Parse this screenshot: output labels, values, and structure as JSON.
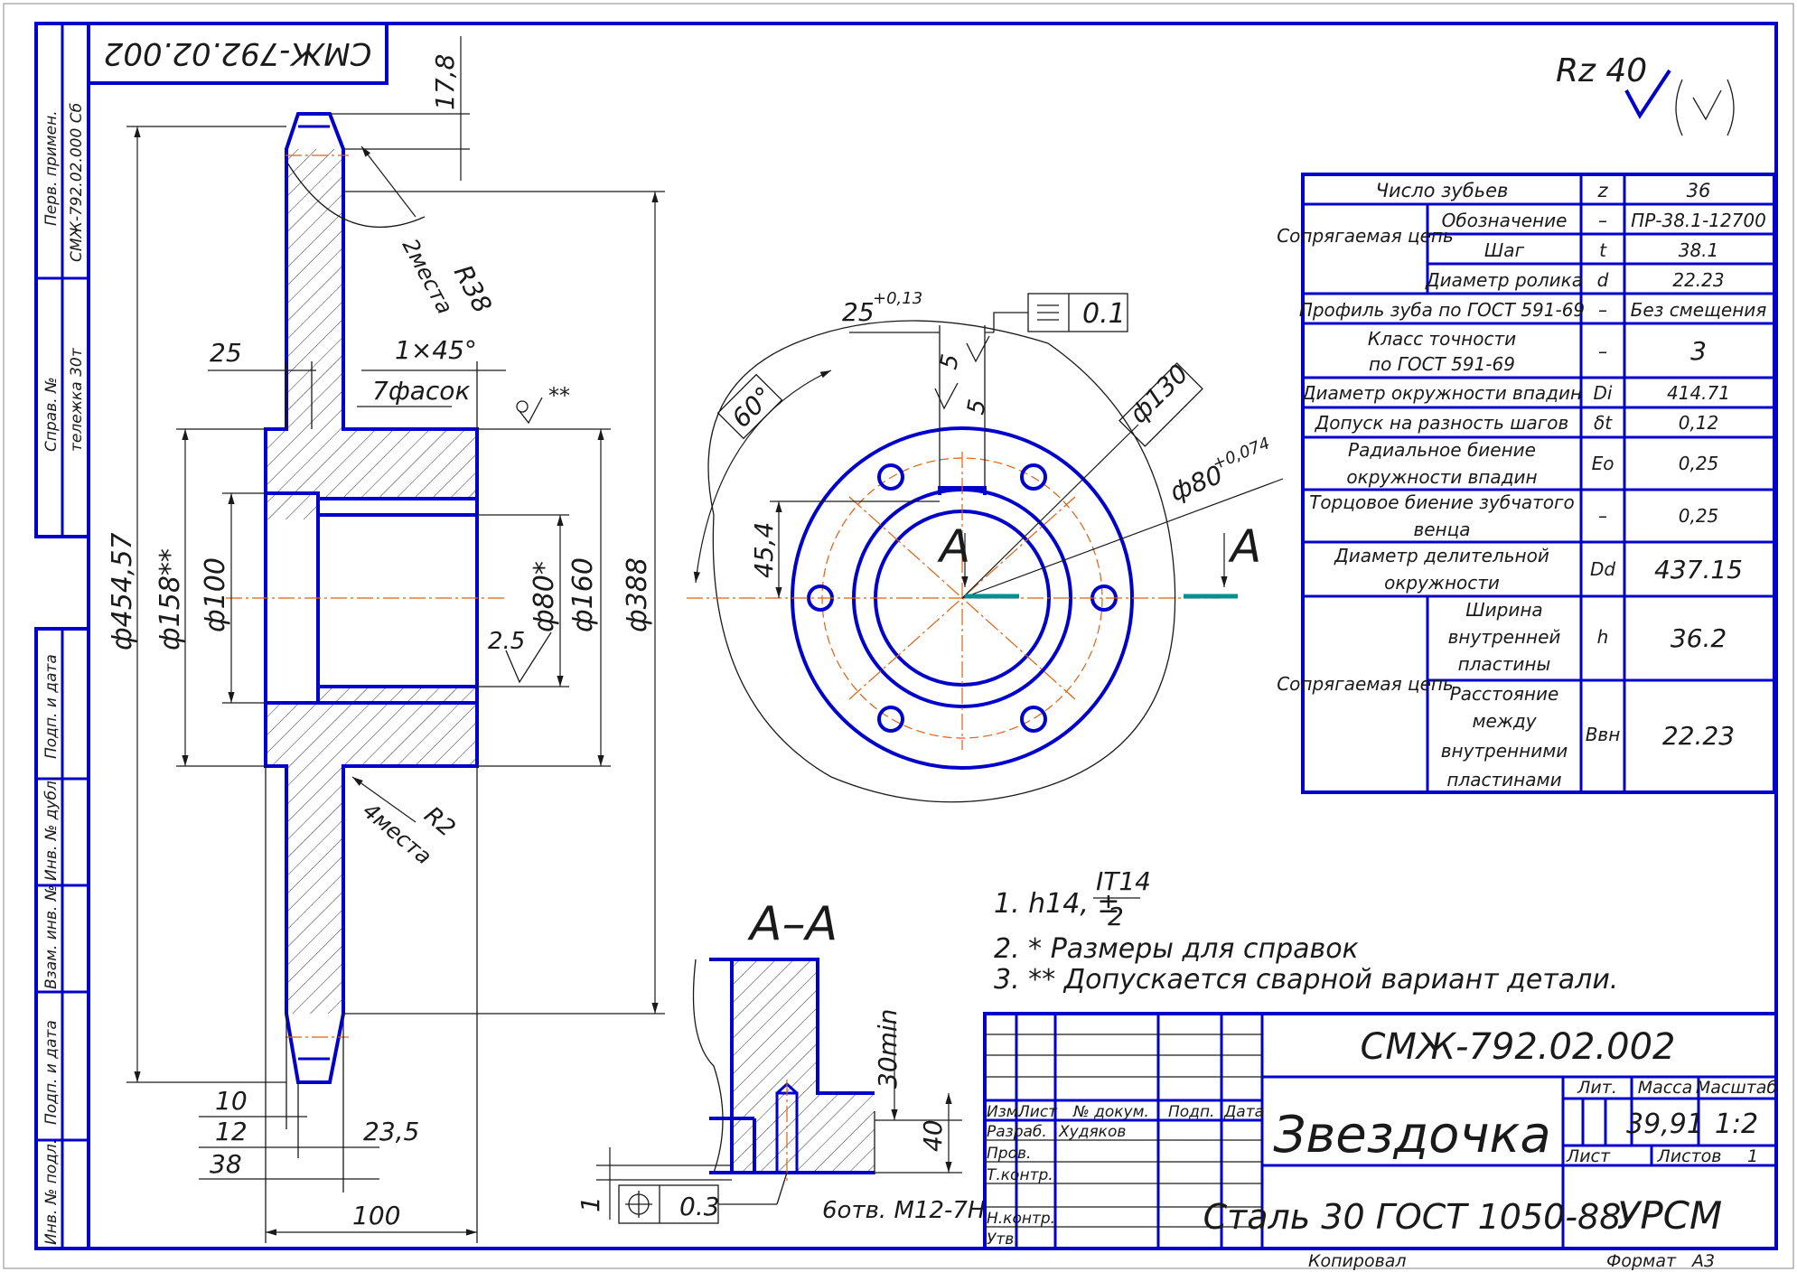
{
  "designation": "СМЖ-792.02.002",
  "designation_rotated": "СМЖ-792.02.002",
  "roughness_general": "Rz 40",
  "side_stamp": {
    "first_use_label": "Перв. примен.",
    "first_use_value": "СМЖ-792.02.000 Сб",
    "ref_label": "Справ. №",
    "ref_value": "тележка 30т",
    "sign_date_1": "Подп. и дата",
    "inv_dupl": "Инв. № дубл.",
    "vzam_inv": "Взам. инв. №",
    "sign_date_2": "Подп. и дата",
    "inv_orig": "Инв. № подл."
  },
  "dimensions": {
    "d454": "ф454,57",
    "d158": "ф158**",
    "d100": "ф100",
    "d80": "ф80*",
    "d160": "ф160",
    "d388": "ф388",
    "r38": "R38",
    "r38_note": "2места",
    "r2": "R2",
    "r2_note": "4места",
    "w25": "25",
    "chamfer": "1×45°",
    "chamfer_note": "7фасок",
    "h178": "17,8",
    "b10": "10",
    "b12": "12",
    "b38": "38",
    "b235": "23,5",
    "b100": "100",
    "rough25": "2.5",
    "weld_mark": "**",
    "keyway": "25",
    "keyway_tol": "+0,13",
    "flatness": "0.1",
    "ang60": "60°",
    "d130": "ф130",
    "d80b": "ф80",
    "d80b_tol": "+0,074",
    "h454": "45,4",
    "five1": "5",
    "five2": "5",
    "sec_a1": "А",
    "sec_a2": "А",
    "section_title": "А–А",
    "thirty_min": "30min",
    "forty": "40",
    "one": "1",
    "position": "0.3",
    "holes": "6отв. М12-7Н"
  },
  "notes": {
    "n1_a": "1. h14, ±",
    "n1_num": "IT14",
    "n1_den": "2",
    "n2": "2.  * Размеры для справок",
    "n3": "3.  ** Допускается сварной вариант детали."
  },
  "param_table": {
    "rows": [
      {
        "name": "Число зубьев",
        "sym": "z",
        "val": "36"
      },
      {
        "group": "Сопрягаемая цепь",
        "name": "Обозначение",
        "sym": "–",
        "val": "ПР-38.1-12700"
      },
      {
        "name": "Шаг",
        "sym": "t",
        "val": "38.1"
      },
      {
        "name": "Диаметр ролика",
        "sym": "d",
        "val": "22.23"
      },
      {
        "name": "Профиль зуба по ГОСТ 591-69",
        "sym": "–",
        "val": "Без смещения"
      },
      {
        "name1": "Класс точности",
        "name2": "по ГОСТ 591-69",
        "sym": "–",
        "val": "3"
      },
      {
        "name": "Диаметр окружности впадин",
        "sym": "Di",
        "val": "414.71"
      },
      {
        "name": "Допуск на разность шагов",
        "sym": "δt",
        "val": "0,12"
      },
      {
        "name1": "Радиальное биение",
        "name2": "окружности впадин",
        "sym": "Eo",
        "val": "0,25"
      },
      {
        "name1": "Торцовое биение зубчатого",
        "name2": "венца",
        "sym": "–",
        "val": "0,25"
      },
      {
        "name1": "Диаметр делительной",
        "name2": "окружности",
        "sym": "Dd",
        "val": "437.15"
      },
      {
        "group": "Сопрягаемая цепь",
        "name1": "Ширина",
        "name2": "внутренней",
        "name3": "пластины",
        "sym": "h",
        "val": "36.2"
      },
      {
        "name1": "Расстояние",
        "name2": "между",
        "name3": "внутренними",
        "name4": "пластинами",
        "sym": "Bвн",
        "val": "22.23"
      }
    ]
  },
  "title_block": {
    "designation": "СМЖ-792.02.002",
    "name": "Звездочка",
    "material": "Сталь 30 ГОСТ 1050-88",
    "org": "УРСМ",
    "lit": "Лит.",
    "mass": "Масса",
    "scale": "Масштаб",
    "mass_val": "39,91",
    "scale_val": "1:2",
    "sheet": "Лист",
    "sheets": "Листов",
    "sheets_val": "1",
    "izm": "Изм.",
    "list": "Лист",
    "ndoc": "№ докум.",
    "podp": "Подп.",
    "data": "Дата",
    "razrab": "Разраб.",
    "razrab_name": "Худяков",
    "prov": "Пров.",
    "tkontr": "Т.контр.",
    "nkontr": "Н.контр.",
    "utv": "Утв."
  },
  "footer": {
    "copied": "Копировал",
    "format": "Формат",
    "format_val": "А3"
  }
}
